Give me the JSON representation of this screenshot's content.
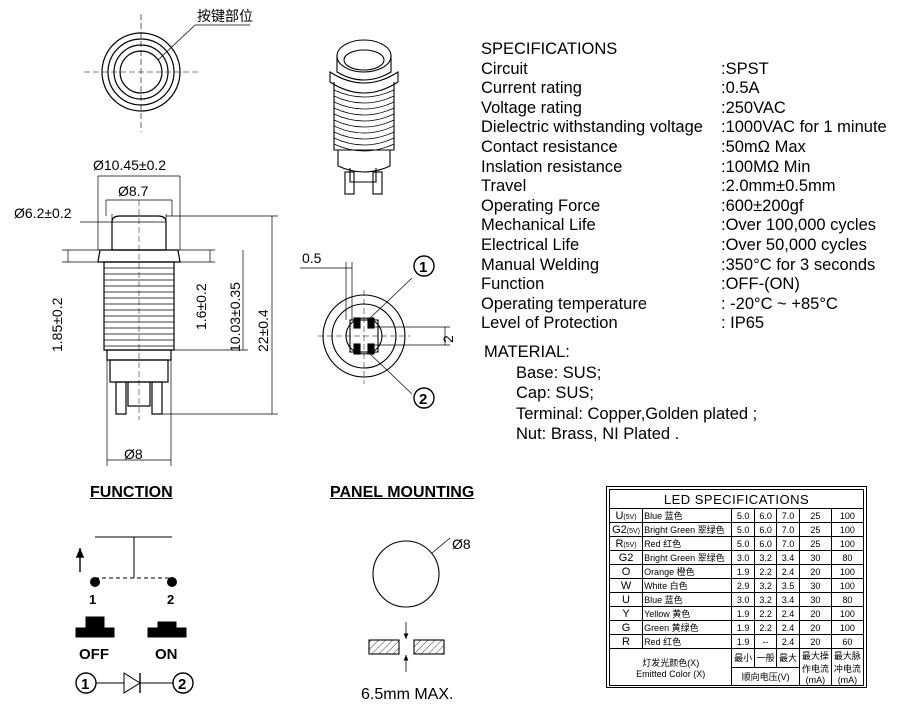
{
  "top_view": {
    "label": "按键部位"
  },
  "dimensions": {
    "d_outer": "Ø10.45±0.2",
    "d_bezel": "Ø8.7",
    "d_cap": "Ø6.2±0.2",
    "h_185": "1.85±0.2",
    "h_16": "1.6±0.2",
    "h_1003": "10.03±0.35",
    "h_22": "22±0.4",
    "d_base": "Ø8",
    "gap": "0.5",
    "pitch": "2",
    "marker1": "1",
    "marker2": "2"
  },
  "specifications": {
    "heading": "SPECIFICATIONS",
    "rows": [
      {
        "label": "Circuit",
        "value": ":SPST"
      },
      {
        "label": "Current rating",
        "value": ":0.5A"
      },
      {
        "label": "Voltage rating",
        "value": ":250VAC"
      },
      {
        "label": "Dielectric withstanding voltage",
        "value": ":1000VAC for 1 minute"
      },
      {
        "label": "Contact resistance",
        "value": ":50mΩ   Max"
      },
      {
        "label": "Inslation resistance",
        "value": ":100MΩ  Min"
      },
      {
        "label": "Travel",
        "value": ":2.0mm±0.5mm"
      },
      {
        "label": "Operating Force",
        "value": ":600±200gf"
      },
      {
        "label": "Mechanical Life",
        "value": ":Over 100,000 cycles"
      },
      {
        "label": "Electrical Life",
        "value": ":Over 50,000 cycles"
      },
      {
        "label": "Manual Welding",
        "value": ":350°C for 3 seconds"
      },
      {
        "label": "Function",
        "value": ":OFF-(ON)"
      },
      {
        "label": "Operating temperature",
        "value": ": -20°C ~ +85°C"
      },
      {
        "label": "Level of Protection",
        "value": ": IP65"
      }
    ]
  },
  "material": {
    "heading": "MATERIAL:",
    "items": [
      "Base: SUS;",
      "Cap: SUS;",
      "Terminal: Copper,Golden plated ;",
      "Nut: Brass, NI Plated ."
    ]
  },
  "function": {
    "heading": "FUNCTION",
    "pin1": "1",
    "pin2": "2",
    "off": "OFF",
    "on": "ON",
    "circuit_pin1": "1",
    "circuit_pin2": "2"
  },
  "panel": {
    "heading": "PANEL MOUNTING",
    "hole": "Ø8",
    "thickness": "6.5mm MAX."
  },
  "led_spec": {
    "title": "LED  SPECIFICATIONS",
    "rows": [
      {
        "code": "U",
        "sub": "(5V)",
        "color": "Blue  蓝色",
        "min": "5.0",
        "typ": "6.0",
        "max": "7.0",
        "cur": "25",
        "pulse": "100"
      },
      {
        "code": "G2",
        "sub": "(5V)",
        "color": "Bright Green 翠绿色",
        "min": "5.0",
        "typ": "6.0",
        "max": "7.0",
        "cur": "25",
        "pulse": "100"
      },
      {
        "code": "R",
        "sub": "(5V)",
        "color": "Red  红色",
        "min": "5.0",
        "typ": "6.0",
        "max": "7.0",
        "cur": "25",
        "pulse": "100"
      },
      {
        "code": "G2",
        "sub": "",
        "color": "Bright Green 翠绿色",
        "min": "3.0",
        "typ": "3.2",
        "max": "3.4",
        "cur": "30",
        "pulse": "80"
      },
      {
        "code": "O",
        "sub": "",
        "color": "Orange  橙色",
        "min": "1.9",
        "typ": "2.2",
        "max": "2.4",
        "cur": "20",
        "pulse": "100"
      },
      {
        "code": "W",
        "sub": "",
        "color": "White   白色",
        "min": "2.9",
        "typ": "3.2",
        "max": "3.5",
        "cur": "30",
        "pulse": "100"
      },
      {
        "code": "U",
        "sub": "",
        "color": "Blue    蓝色",
        "min": "3.0",
        "typ": "3.2",
        "max": "3.4",
        "cur": "30",
        "pulse": "80"
      },
      {
        "code": "Y",
        "sub": "",
        "color": "Yellow  黄色",
        "min": "1.9",
        "typ": "2.2",
        "max": "2.4",
        "cur": "20",
        "pulse": "100"
      },
      {
        "code": "G",
        "sub": "",
        "color": "Green  黄绿色",
        "min": "1.9",
        "typ": "2.2",
        "max": "2.4",
        "cur": "20",
        "pulse": "100"
      },
      {
        "code": "R",
        "sub": "",
        "color": "Red    红色",
        "min": "1.9",
        "typ": "--",
        "max": "2.4",
        "cur": "20",
        "pulse": "60"
      }
    ],
    "footer": {
      "emit_cn": "灯发光颜色(X)",
      "emit_en": "Emitted Color (X)",
      "min": "最小",
      "typ": "一般",
      "max": "最大",
      "voltage": "顺向电压(V)",
      "cur_cn1": "最大操",
      "cur_cn2": "作电流",
      "cur_unit": "(mA)",
      "pulse_cn1": "最大脉",
      "pulse_cn2": "冲电流",
      "pulse_unit": "(mA)"
    }
  }
}
